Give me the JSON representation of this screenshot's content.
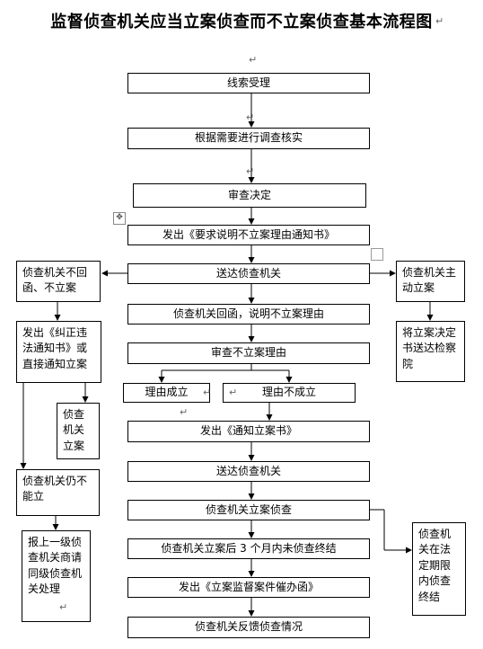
{
  "title": "监督侦查机关应当立案侦查而不立案侦查基本流程图",
  "boxes": {
    "b1": "线索受理",
    "b2": "根据需要进行调查核实",
    "b3": "审查决定",
    "b4": "发出《要求说明不立案理由通知书》",
    "b5": "送达侦查机关",
    "b6": "侦查机关回函，说明不立案理由",
    "b7": "审查不立案理由",
    "b8": "理由成立",
    "b9": "理由不成立",
    "b10": "发出《通知立案书》",
    "b11": "送达侦查机关",
    "b12": "侦查机关立案侦查",
    "b13": "侦查机关立案后 3 个月内未侦查终结",
    "b14": "发出《立案监督案件催办函》",
    "b15": "侦查机关反馈侦查情况",
    "left1": "侦查机关不回函、不立案",
    "left2": "发出《纠正违法通知书》或直接通知立案",
    "left3": "侦查机关立案",
    "left4": "侦查机关仍不能立",
    "left5": "报上一级侦查机关商请同级侦查机关处理",
    "right1": "侦查机关主动立案",
    "right2": "将立案决定书送达检察院",
    "right3": "侦查机关在法定期限内侦查终结"
  },
  "markers": {
    "paragraph": "↵",
    "move_handle": "✥"
  },
  "colors": {
    "line": "#000000",
    "box_border": "#000000",
    "paragraph_mark": "#666666"
  }
}
